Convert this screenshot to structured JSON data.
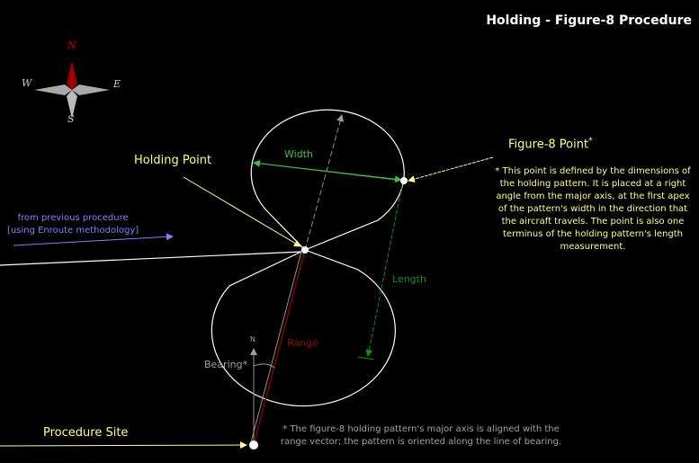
{
  "title": "Holding - Figure-8 Procedure",
  "compass": {
    "north": "N",
    "south": "S",
    "east": "E",
    "west": "W"
  },
  "labels": {
    "holding_point": "Holding Point",
    "figure8_point": "Figure-8 Point",
    "figure8_asterisk": "*",
    "procedure_site": "Procedure Site",
    "width": "Width",
    "length": "Length",
    "range": "Range",
    "bearing": "Bearing*",
    "north": "N",
    "prev_line1": "from previous procedure",
    "prev_line2": "[using Enroute methodology]"
  },
  "notes": {
    "figure8_point": "* This point is defined by the dimensions of the holding pattern. It is placed at a right angle from the major axis, at the first apex of the pattern's width in the direction that the aircraft travels. The point is also one terminus of the holding pattern's length measurement.",
    "major_axis": "* The figure-8 holding pattern's major axis is aligned with the range vector; the pattern is oriented along the line of bearing."
  },
  "colors": {
    "label": "#ffff80",
    "width": "#40c040",
    "length": "#109010",
    "range": "#a00000",
    "bearing": "#a0a0a0",
    "prev": "#8080ff"
  }
}
